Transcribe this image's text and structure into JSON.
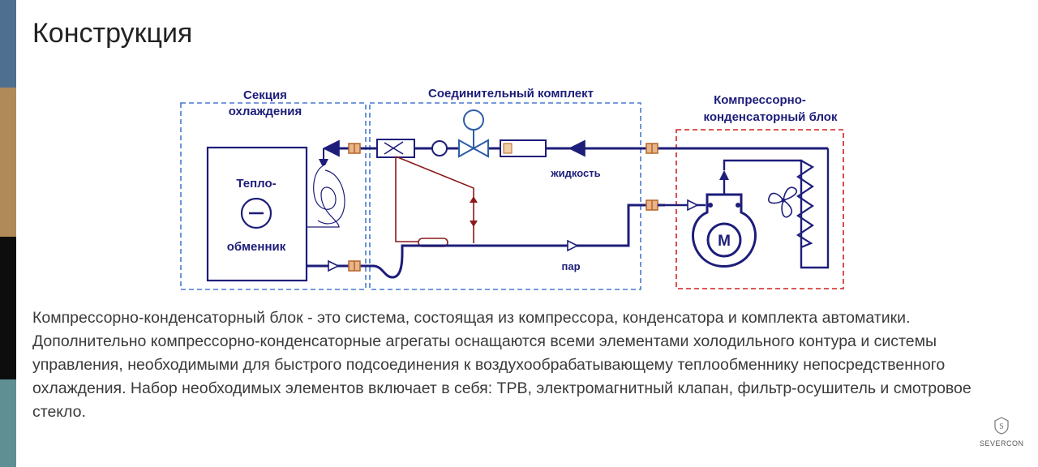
{
  "title": "Конструкция",
  "diagram": {
    "section_cooling": [
      "Секция",
      "охлаждения"
    ],
    "section_connection": "Соединительный комплект",
    "section_compressor": [
      "Компрессорно-",
      "конденсаторный блок"
    ],
    "exchanger_label": [
      "Тепло-",
      "обменник"
    ],
    "liquid_label": "жидкость",
    "vapor_label": "пар",
    "motor_label": "М",
    "colors": {
      "pipe": "#1d1d7a",
      "red_pipe": "#8b1a1a",
      "blue_dash": "#4a78d0",
      "red_dash": "#d02020",
      "valve_outline": "#2f5ea8",
      "connector": "#b5652b"
    }
  },
  "paragraphs": [
    "Компрессорно-конденсаторный блок - это система, состоящая из компрессора,   конденсатора и комплекта автоматики.",
    "Дополнительно компрессорно-конденсаторные агрегаты оснащаются всеми элементами холодильного контура и системы управления, необходимыми для быстрого подсоединения к воздухообрабатывающему теплообменнику непосредственного охлаждения. Набор необходимых элементов включает в себя: ТРВ, электромагнитный клапан, фильтр-осушитель  и смотровое стекло."
  ],
  "logo": {
    "text": "SEVERCON"
  }
}
